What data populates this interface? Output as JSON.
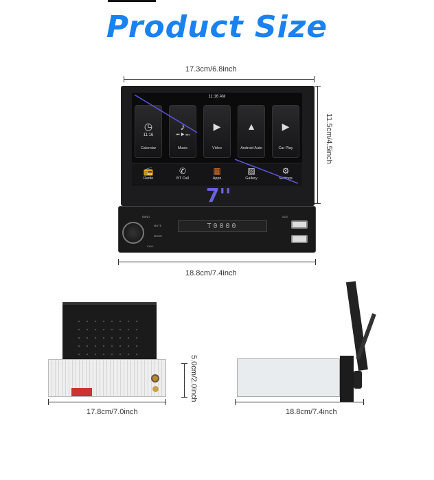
{
  "title": "Product Size",
  "title_color": "#1a82f0",
  "dimensions": {
    "screen_width": "17.3cm/6.8inch",
    "height": "11.5cm/4.5inch",
    "face_width": "18.8cm/7.4inch",
    "back_width": "17.8cm/7.0inch",
    "depth_height": "5.0cm/2.0inch",
    "side_length": "18.8cm/7.4inch"
  },
  "screen": {
    "time": "11:16 AM",
    "size_badge": "7''",
    "cards": [
      {
        "label": "Calendar",
        "icon": "clock-icon",
        "glyph": "◷",
        "extra": "11:16"
      },
      {
        "label": "Music",
        "icon": "music-note-icon",
        "glyph": "♪",
        "extra": "⏮ ▶ ⏭"
      },
      {
        "label": "Video",
        "icon": "play-circle-icon",
        "glyph": "▶",
        "extra": ""
      },
      {
        "label": "Android Auto",
        "icon": "android-auto-icon",
        "glyph": "▲",
        "extra": ""
      },
      {
        "label": "Car Play",
        "icon": "carplay-icon",
        "glyph": "▶",
        "extra": ""
      }
    ],
    "dock": [
      {
        "label": "Radio",
        "icon": "radio-icon",
        "glyph": "📻"
      },
      {
        "label": "BT Call",
        "icon": "phone-icon",
        "glyph": "✆"
      },
      {
        "label": "Apps",
        "icon": "apps-grid-icon",
        "glyph": "▦"
      },
      {
        "label": "Gallery",
        "icon": "gallery-icon",
        "glyph": "▨"
      },
      {
        "label": "Settings",
        "icon": "settings-icon",
        "glyph": "⚙"
      }
    ]
  },
  "faceplate": {
    "display": "T0000",
    "buttons": [
      "BAND",
      "MUTE",
      "MODE",
      "CALL",
      "AUX"
    ]
  }
}
